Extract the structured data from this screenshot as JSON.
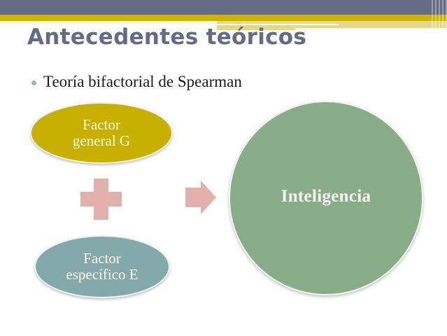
{
  "slide": {
    "title": "Antecedentes teóricos",
    "bullets": [
      {
        "text": "Teoría bifactorial de Spearman"
      }
    ]
  },
  "diagram": {
    "factor_g": {
      "line1": "Factor",
      "line2": "general G",
      "color": "#c8b000"
    },
    "operator": {
      "icon": "plus-icon",
      "color": "#e3b1ad"
    },
    "factor_e": {
      "line1": "Factor",
      "line2": "específico E",
      "color": "#84a9aa"
    },
    "connector": {
      "icon": "arrow-right-icon",
      "color": "#e3b1ad"
    },
    "result": {
      "label": "Inteligencia",
      "color": "#8aad89"
    }
  },
  "theme": {
    "header_color": "#646b84",
    "accent_color": "#cdb400"
  }
}
